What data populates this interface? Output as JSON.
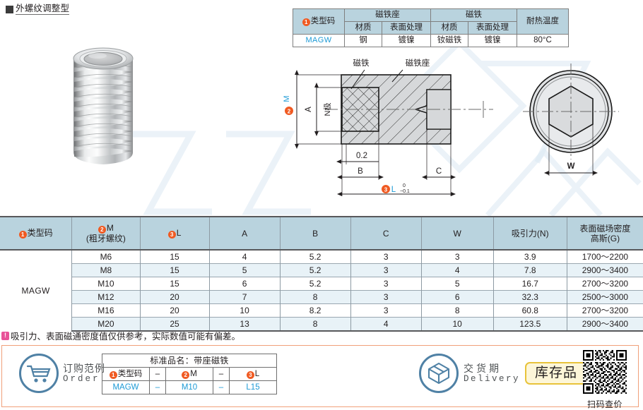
{
  "title": "外螺纹调整型",
  "spec_table": {
    "headers": {
      "type_code": "类型码",
      "magnet_base": "磁铁座",
      "magnet": "磁铁",
      "heat_resist": "耐热温度",
      "material": "材质",
      "surface": "表面处理"
    },
    "row": {
      "type_code": "MAGW",
      "base_material": "钢",
      "base_surface": "镀镍",
      "magnet_material": "钕磁铁",
      "magnet_surface": "镀镍",
      "heat_resist": "80°C"
    }
  },
  "drawing": {
    "label_magnet": "磁铁",
    "label_magnet_base": "磁铁座",
    "label_n_pole": "N极",
    "dim_m": "M",
    "dim_a": "A",
    "dim_b": "B",
    "dim_c": "C",
    "dim_w": "W",
    "dim_l": "L",
    "dim_02": "0.2",
    "tol_upper": "0",
    "tol_lower": "−0.1",
    "badge_2": "2",
    "badge_3": "3"
  },
  "main_table": {
    "headers": {
      "type_code": "类型码",
      "m": "M",
      "m_sub": "(粗牙螺纹)",
      "l": "L",
      "a": "A",
      "b": "B",
      "c": "C",
      "w": "W",
      "force": "吸引力(N)",
      "flux_1": "表面磁场密度",
      "flux_2": "高斯(G)"
    },
    "type_code_value": "MAGW",
    "rows": [
      {
        "m": "M6",
        "l": "15",
        "a": "4",
        "b": "5.2",
        "c": "3",
        "w": "3",
        "force": "3.9",
        "flux": "1700～2200"
      },
      {
        "m": "M8",
        "l": "15",
        "a": "5",
        "b": "5.2",
        "c": "3",
        "w": "4",
        "force": "7.8",
        "flux": "2900～3400"
      },
      {
        "m": "M10",
        "l": "15",
        "a": "6",
        "b": "5.2",
        "c": "3",
        "w": "5",
        "force": "16.7",
        "flux": "2700～3200"
      },
      {
        "m": "M12",
        "l": "20",
        "a": "7",
        "b": "8",
        "c": "3",
        "w": "6",
        "force": "32.3",
        "flux": "2500～3000"
      },
      {
        "m": "M16",
        "l": "20",
        "a": "10",
        "b": "8.2",
        "c": "3",
        "w": "8",
        "force": "60.8",
        "flux": "2700～3200"
      },
      {
        "m": "M20",
        "l": "25",
        "a": "13",
        "b": "8",
        "c": "4",
        "w": "10",
        "force": "123.5",
        "flux": "2900～3400"
      }
    ]
  },
  "note": {
    "badge": "!",
    "text": "吸引力、表面磁通密度值仅供参考，实际数值可能有偏差。"
  },
  "bottom": {
    "order": {
      "icon": "shopping-cart-icon",
      "label_cn": "订购范例",
      "label_en": "Order",
      "std_name": "标准品名：带座磁铁",
      "col_code": "类型码",
      "col_m": "M",
      "col_l": "L",
      "dash": "–",
      "val_code": "MAGW",
      "val_m": "M10",
      "val_l": "L15"
    },
    "delivery": {
      "icon": "package-box-icon",
      "label_cn": "交货期",
      "label_en": "Delivery",
      "stock_badge": "库存品"
    },
    "qr": {
      "icon": "qr-code-icon",
      "caption": "扫码查价"
    }
  }
}
